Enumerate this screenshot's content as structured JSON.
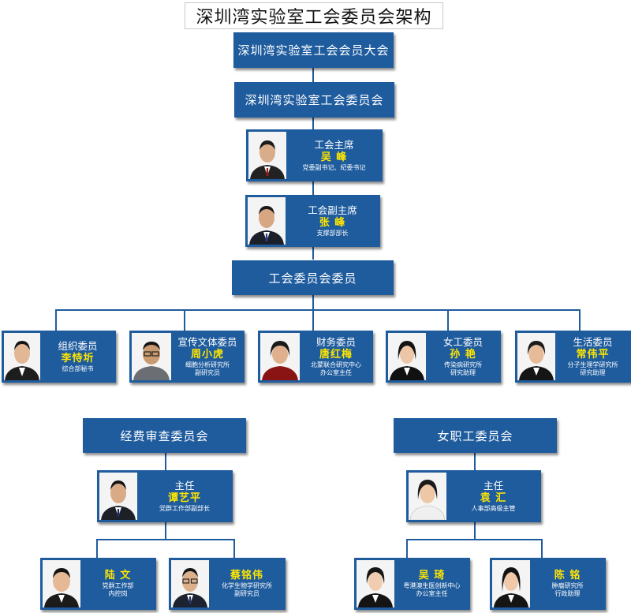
{
  "title": "深圳湾实验室工会委员会架构",
  "top": {
    "assembly": "深圳湾实验室工会会员大会",
    "committee": "深圳湾实验室工会委员会",
    "members_box": "工会委员会委员"
  },
  "chairman": {
    "role": "工会主席",
    "name": "吴 峰",
    "desc": "党委副书记、纪委书记"
  },
  "vice_chairman": {
    "role": "工会副主席",
    "name": "张 峰",
    "desc": "支撑部部长"
  },
  "members": [
    {
      "role": "组织委员",
      "name": "李恃圻",
      "desc": [
        "综合部秘书"
      ]
    },
    {
      "role": "宣传文体委员",
      "name": "周小虎",
      "desc": [
        "细胞分析研究所",
        "副研究员"
      ]
    },
    {
      "role": "财务委员",
      "name": "唐红梅",
      "desc": [
        "北蒙联合研究中心",
        "办公室主任"
      ]
    },
    {
      "role": "女工委员",
      "name": "孙 艳",
      "desc": [
        "传染病研究所",
        "研究助理"
      ]
    },
    {
      "role": "生活委员",
      "name": "常伟平",
      "desc": [
        "分子生理学研究所",
        "研究助理"
      ]
    }
  ],
  "audit": {
    "title": "经费审查委员会",
    "head": {
      "role": "主任",
      "name": "谭艺平",
      "desc": "党群工作部副部长"
    },
    "members": [
      {
        "name": "陆 文",
        "desc": [
          "党群工作部",
          "内控岗"
        ]
      },
      {
        "name": "蔡铭伟",
        "desc": [
          "化学生物学研究所",
          "副研究员"
        ]
      }
    ]
  },
  "women": {
    "title": "女职工委员会",
    "head": {
      "role": "主任",
      "name": "袁 汇",
      "desc": "人事部高级主管"
    },
    "members": [
      {
        "name": "吴 琦",
        "desc": [
          "粤港澳生医创新中心",
          "办公室主任"
        ]
      },
      {
        "name": "陈 铭",
        "desc": [
          "肿瘤研究所",
          "行政助理"
        ]
      }
    ]
  },
  "colors": {
    "box": "#1f5c9e",
    "name": "#ffe600",
    "connector": "#1f5c9e"
  }
}
